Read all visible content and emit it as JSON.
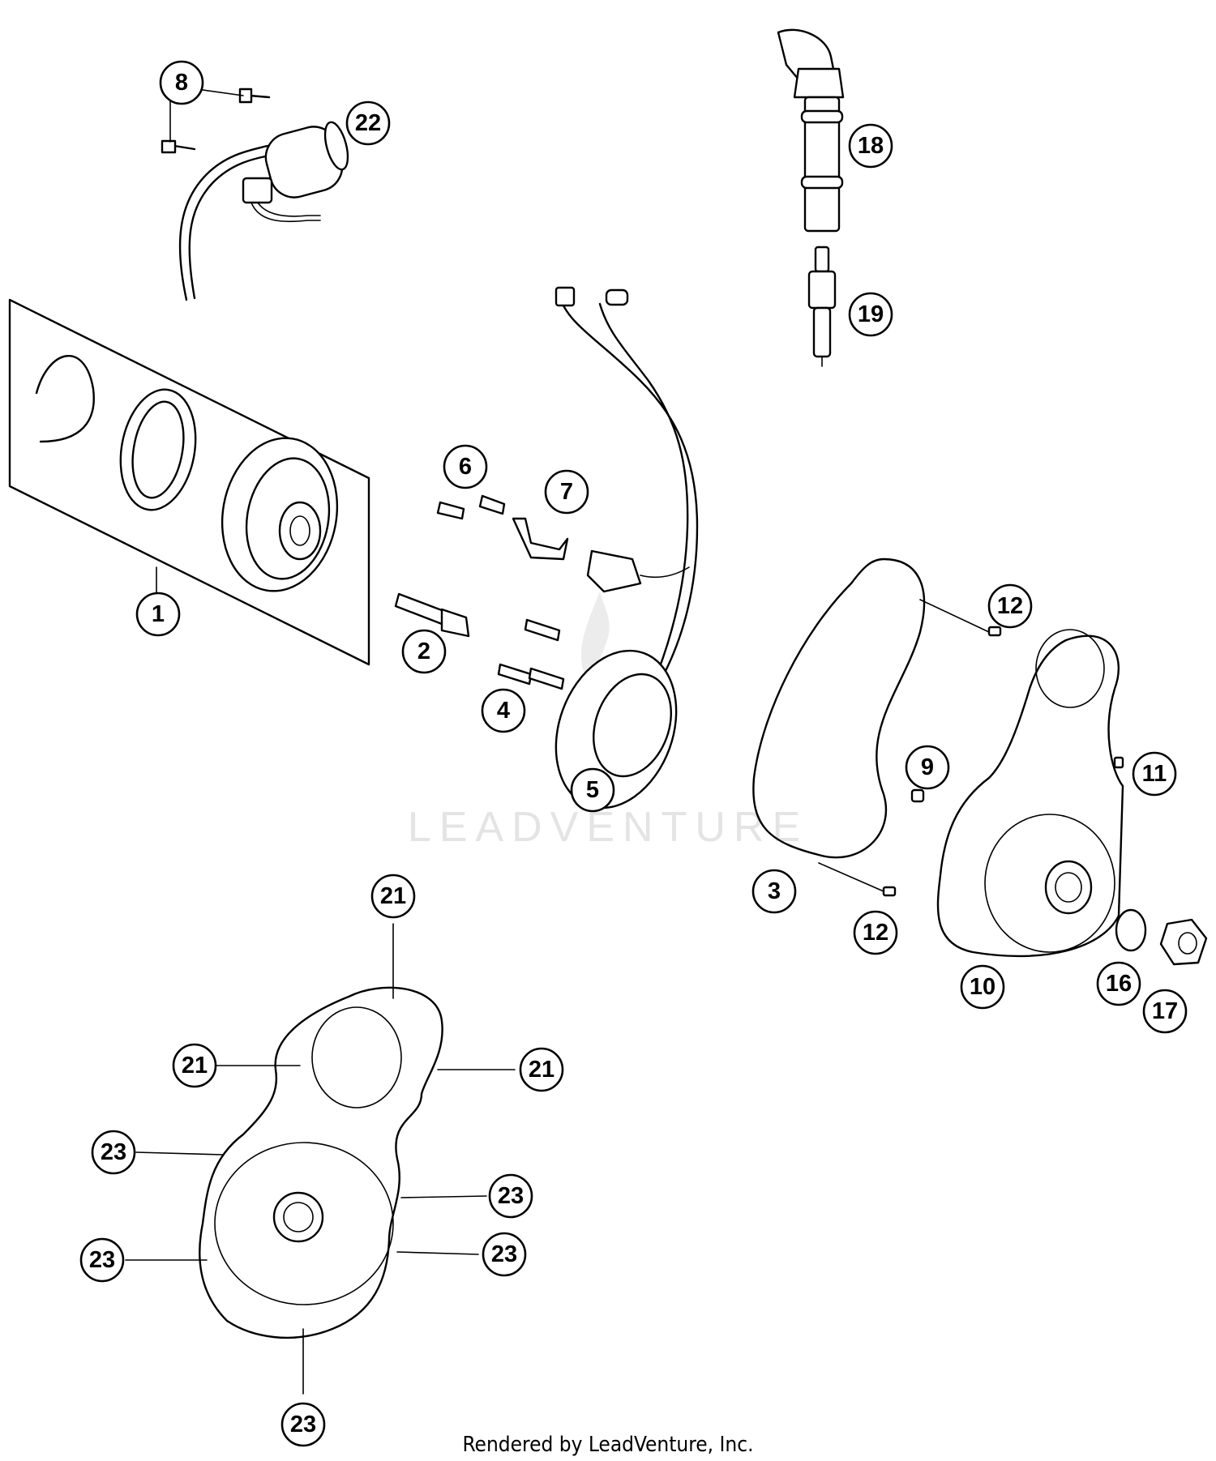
{
  "watermark": "LEADVENTURE",
  "footer": "Rendered by LeadVenture, Inc.",
  "callouts": [
    "8",
    "22",
    "18",
    "19",
    "1",
    "6",
    "7",
    "2",
    "4",
    "5",
    "12",
    "9",
    "11",
    "3",
    "12",
    "10",
    "16",
    "17",
    "21",
    "21",
    "21",
    "23",
    "23",
    "23",
    "23",
    "23"
  ]
}
